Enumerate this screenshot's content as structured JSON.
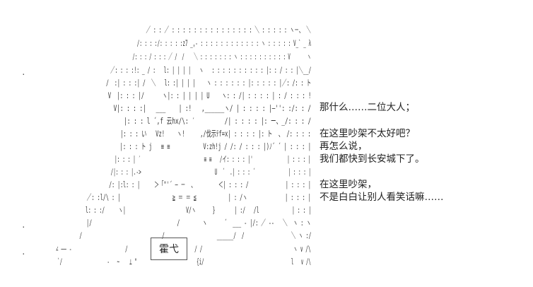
{
  "art": {
    "lines": [
      "                 ／ : : ／ : : : : : : : : : : : : : : : ＼ : : : : : ヽ－、 ＼",
      "               /: : : :/: : : : :z7 _,- : : : : : : : : : : : : ヽ : : : : : V_` _ λ",
      "              /: : : / : : : ／ /  /    ＼ : : : : : : : ヽ : : : : : : : : : : V       ヽ",
      "            ／: : : :!: _ / :   l: | | | |   ヽ   : : : : : : : : : : |: : / : : |＼__/",
      "          /  :| : : :| /  ＼   l: :| | | |    ヽ : : : : : : |: : : : : |／: /: : ト",
      "          V  |: : : |/      ヽ|: : | | | | U    ヽ: : /| : : : : | : / : : : !",
      "           V|: : : :|   ___    | :!   ,______ヽ/ | : : : : |―'': :/: : /",
      "              |: : : l ´,f 云hx/\\: ′         /| : : : : |: ー、_/: : : /",
      "              |: : : い   Vz!    ヽ!     ,/伐示ﾃf=x| : : : : |: ト  、 /: : : :",
      "              |: : : ト j   ≡ ≡           V:zh!j / /: / : : : |)ﾉ´ ´ | : : : |",
      "              |: : : | ′                        ≡ ≡   /イ: : : : |'             | : : : |",
      "             /|: : : |.->                             U  ´  .| : : : ´             | : : : |",
      "           /: |:l: : |     ＞「\"'´ ― －  、        ＜| : : : /             | : : : |",
      "        ／: :l/\\ : |                  ≧ ＝ ＝ ≦           | : /ヽ             | : : : |",
      "        l: : :/     ヽ|                      V/ヽ      }       | :/   /l            | : : |",
      "        |/                              /        ヽ      ´  ___ ‐ |/: ／ ‐‐   ＼  ヽ : ヽ",
      "       /                             /                   ______/  /                 ＼ ヽ :/",
      "     ∠ ―― ‐                    /                         / /                                  ヽ ∨ /\\",
      "      `/                  ‐   ~    ⊥ \"                        {i/                                   l   ∨ /\\"
    ]
  },
  "stamp": {
    "label": "霍弋"
  },
  "dialog": {
    "lines": [
      "那什么……二位大人；",
      "",
      "在这里吵架不太好吧？",
      "再怎么说，",
      "我们都快到长安城下了。",
      "",
      "在这里吵架，",
      "不是白白让别人看笑话嘛……"
    ]
  }
}
